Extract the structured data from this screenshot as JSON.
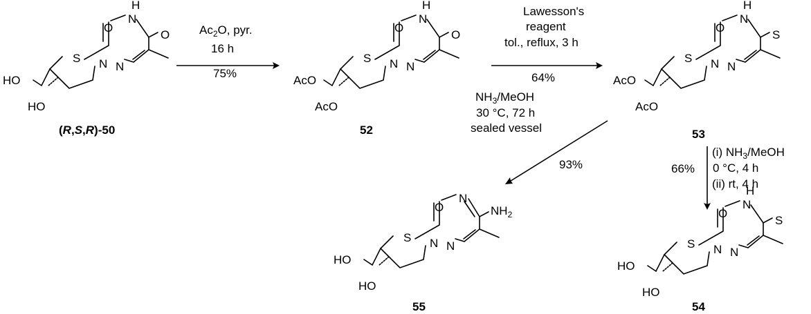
{
  "compounds": {
    "c50": {
      "label": "(R,S,R)-50",
      "label_parts": [
        "(",
        "R",
        ",",
        "S",
        ",",
        "R",
        ")-50"
      ],
      "atoms": [
        "O",
        "O",
        "H",
        "N",
        "S",
        "N",
        "N",
        "HO",
        "HO"
      ]
    },
    "c52": {
      "label": "52",
      "atoms": [
        "O",
        "O",
        "H",
        "N",
        "S",
        "N",
        "N",
        "AcO",
        "AcO"
      ]
    },
    "c53": {
      "label": "53",
      "atoms": [
        "O",
        "S",
        "H",
        "N",
        "S",
        "N",
        "N",
        "AcO",
        "AcO"
      ]
    },
    "c55": {
      "label": "55",
      "atoms": [
        "O",
        "N",
        "NH",
        "2",
        "S",
        "N",
        "N",
        "HO",
        "HO"
      ]
    },
    "c54": {
      "label": "54",
      "atoms": [
        "O",
        "S",
        "H",
        "N",
        "S",
        "N",
        "N",
        "HO",
        "HO"
      ]
    }
  },
  "steps": [
    {
      "from": "(R,S,R)-50",
      "to": "52",
      "conditions": [
        "Ac2O, pyr.",
        "16 h"
      ],
      "cond_parts": [
        [
          "Ac",
          "2",
          "O, pyr."
        ],
        [
          "16 h"
        ]
      ],
      "yield": "75%"
    },
    {
      "from": "52",
      "to": "53",
      "conditions": [
        "Lawesson's",
        "reagent",
        "tol., reflux, 3 h"
      ],
      "yield": "64%"
    },
    {
      "from": "53",
      "to": "55",
      "conditions": [
        "NH3/MeOH",
        "30 °C, 72 h",
        "sealed vessel"
      ],
      "cond_parts": [
        [
          "NH",
          "3",
          "/MeOH"
        ],
        [
          "30 °C, 72 h"
        ],
        [
          "sealed vessel"
        ]
      ],
      "yield": "93%"
    },
    {
      "from": "53",
      "to": "54",
      "conditions": [
        "(i) NH3/MeOH",
        "0 °C, 4 h",
        "(ii) rt, 4 h"
      ],
      "cond_parts": [
        [
          "(i) NH",
          "3",
          "/MeOH"
        ],
        [
          "0 °C, 4 h"
        ],
        [
          "(ii) rt, 4 h"
        ]
      ],
      "yield": "66%"
    }
  ]
}
